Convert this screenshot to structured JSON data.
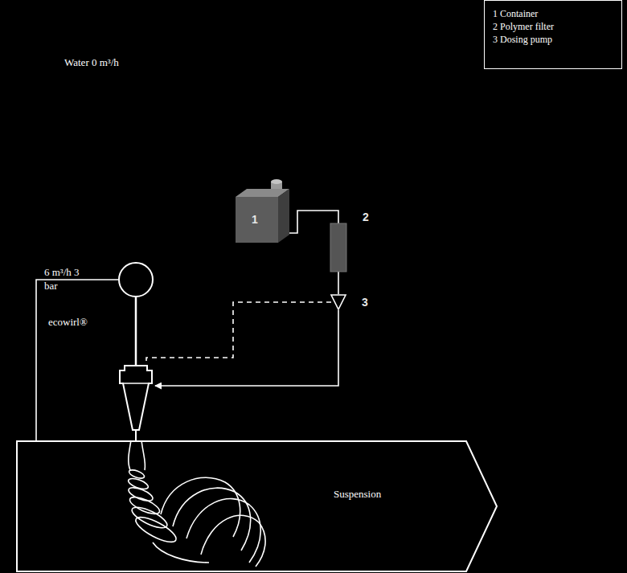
{
  "diagram": {
    "nodes": [
      {
        "text": [
          "1"
        ]
      },
      {
        "text": [
          "2"
        ]
      },
      {
        "text": [
          "3"
        ]
      },
      {
        "text": [
          "6 m³/h 3 bar"
        ]
      },
      {
        "text": [
          "ecowirl®"
        ]
      },
      {
        "text": [
          "Suspension"
        ]
      }
    ],
    "edges": [
      {
        "from": 0,
        "to": 1,
        "arrow": "none"
      },
      {
        "from": 1,
        "to": 2,
        "arrow": "none"
      },
      {
        "from": 2,
        "to": 4,
        "arrow": "to"
      },
      {
        "from": 2,
        "to": 4,
        "arrow": "none"
      },
      {
        "from": 3,
        "to": 4,
        "arrow": "none"
      },
      {
        "from": 5,
        "to": 3,
        "arrow": "none"
      },
      {
        "from": 4,
        "to": 5,
        "arrow": "none"
      }
    ],
    "labels": [
      "Water 0 m³/h"
    ],
    "legend": [
      {
        "text": "1 Container"
      },
      {
        "text": "2 Polymer filter"
      },
      {
        "text": "3 Dosing pump"
      }
    ]
  }
}
